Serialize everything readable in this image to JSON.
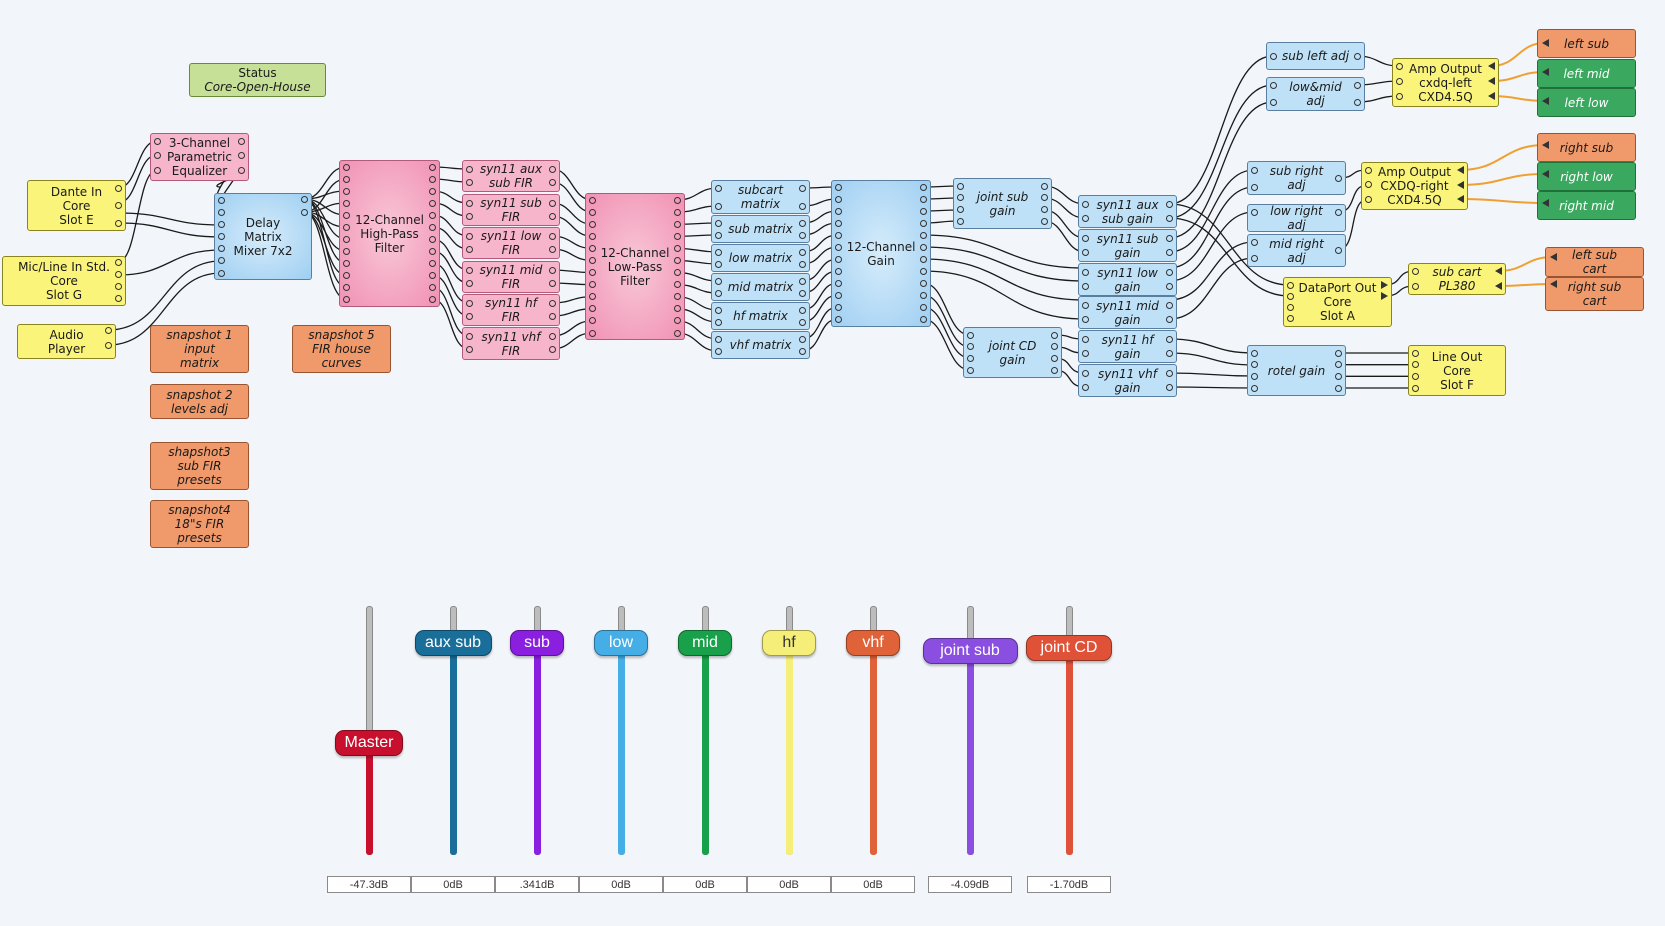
{
  "blocks": {
    "status": {
      "title": "Status",
      "subtitle": "Core-Open-House"
    },
    "dante_in": {
      "label": "Dante In\nCore\nSlot E"
    },
    "micline_in": {
      "label": "Mic/Line In Std.\nCore\nSlot G"
    },
    "audio_player": {
      "label": "Audio\nPlayer"
    },
    "peq": {
      "label": "3-Channel\nParametric\nEqualizer"
    },
    "delay_matrix": {
      "label": "Delay\nMatrix\nMixer 7x2"
    },
    "hpf": {
      "label": "12-Channel\nHigh-Pass\nFilter"
    },
    "lpf": {
      "label": "12-Channel\nLow-Pass\nFilter"
    },
    "gain12": {
      "label": "12-Channel\nGain"
    },
    "fir": [
      "syn11 aux\nsub FIR",
      "syn11 sub\nFIR",
      "syn11 low\nFIR",
      "syn11 mid\nFIR",
      "syn11 hf\nFIR",
      "syn11 vhf\nFIR"
    ],
    "matrix": [
      "subcart\nmatrix",
      "sub matrix",
      "low matrix",
      "mid matrix",
      "hf matrix",
      "vhf matrix"
    ],
    "joint_sub_gain": {
      "label": "joint sub\ngain"
    },
    "joint_cd_gain": {
      "label": "joint CD\ngain"
    },
    "syn_gain": [
      "syn11 aux\nsub gain",
      "syn11 sub\ngain",
      "syn11 low\ngain",
      "syn11 mid\ngain",
      "syn11 hf\ngain",
      "syn11 vhf\ngain"
    ],
    "sub_left_adj": {
      "label": "sub left adj"
    },
    "lowmid_adj": {
      "label": "low&mid\nadj"
    },
    "sub_right_adj": {
      "label": "sub right\nadj"
    },
    "low_right_adj": {
      "label": "low right\nadj"
    },
    "mid_right_adj": {
      "label": "mid right\nadj"
    },
    "rotel_gain": {
      "label": "rotel gain"
    },
    "amp_left": {
      "label": "Amp Output\ncxdq-left\nCXD4.5Q"
    },
    "amp_right": {
      "label": "Amp Output\nCXDQ-right\nCXD4.5Q"
    },
    "dataport": {
      "label": "DataPort Out\nCore\nSlot A"
    },
    "sub_cart": {
      "label": "sub cart\nPL380"
    },
    "line_out": {
      "label": "Line Out\nCore\nSlot F"
    },
    "snap1": {
      "label": "snapshot 1\ninput\nmatrix"
    },
    "snap2": {
      "label": "snapshot 2\nlevels adj"
    },
    "snap3": {
      "label": "shapshot3\nsub FIR\npresets"
    },
    "snap4": {
      "label": "snapshot4\n18\"s FIR\npresets"
    },
    "snap5": {
      "label": "snapshot 5\nFIR house\ncurves"
    },
    "out_left_sub": {
      "label": "left sub"
    },
    "out_left_mid": {
      "label": "left mid"
    },
    "out_left_low": {
      "label": "left low"
    },
    "out_right_sub": {
      "label": "right sub"
    },
    "out_right_low": {
      "label": "right low"
    },
    "out_right_mid": {
      "label": "right mid"
    },
    "out_left_sub_cart": {
      "label": "left sub\ncart"
    },
    "out_right_sub_cart": {
      "label": "right sub\ncart"
    }
  },
  "faders": [
    {
      "label": "Master",
      "value": "-47.3dB",
      "color": "#c8102e",
      "level": 0.45
    },
    {
      "label": "aux sub",
      "value": "0dB",
      "color": "#1a6f9a",
      "level": 0.85
    },
    {
      "label": "sub",
      "value": ".341dB",
      "color": "#8a1fe0",
      "level": 0.85
    },
    {
      "label": "low",
      "value": "0dB",
      "color": "#45aee6",
      "level": 0.85
    },
    {
      "label": "mid",
      "value": "0dB",
      "color": "#18a04a",
      "level": 0.85
    },
    {
      "label": "hf",
      "value": "0dB",
      "color": "#f5ef7a",
      "level": 0.85
    },
    {
      "label": "vhf",
      "value": "0dB",
      "color": "#e06238",
      "level": 0.85
    },
    {
      "label": "joint sub",
      "value": "-4.09dB",
      "color": "#8a4fe0",
      "level": 0.82
    },
    {
      "label": "joint CD",
      "value": "-1.70dB",
      "color": "#e05238",
      "level": 0.83
    }
  ],
  "colors": {
    "background": "#f2f5f9",
    "wire": "#1a1a1a",
    "amp_wire": "#f0a030"
  }
}
